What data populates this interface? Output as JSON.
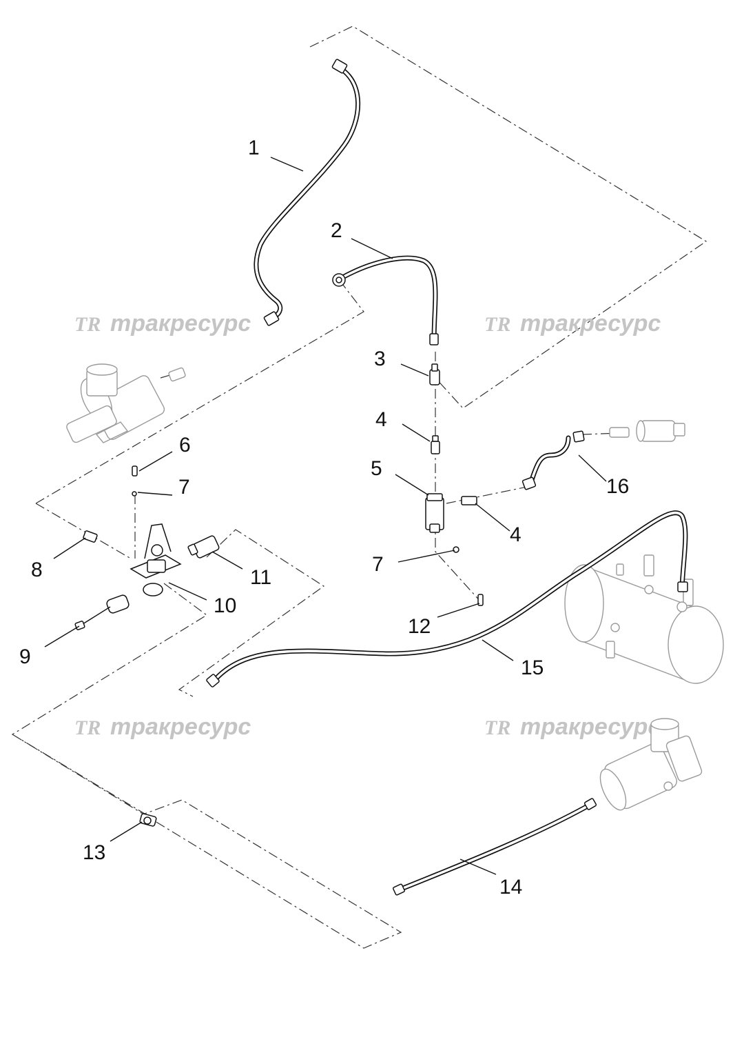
{
  "watermark": {
    "logo": "TR",
    "text": "тракресурс"
  },
  "callouts": {
    "c1": "1",
    "c2": "2",
    "c3": "3",
    "c4a": "4",
    "c4b": "4",
    "c5": "5",
    "c6": "6",
    "c7a": "7",
    "c7b": "7",
    "c8": "8",
    "c9": "9",
    "c10": "10",
    "c11": "11",
    "c12": "12",
    "c13": "13",
    "c14": "14",
    "c15": "15",
    "c16": "16"
  },
  "colors": {
    "line": "#111111",
    "ghost": "#9a9a9a",
    "watermark": "#c4c4c4"
  }
}
